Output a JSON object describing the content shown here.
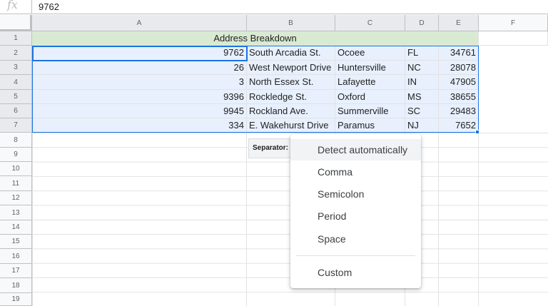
{
  "formula_bar": {
    "icon": "fx",
    "value": "9762"
  },
  "columns": [
    "A",
    "B",
    "C",
    "D",
    "E",
    "F"
  ],
  "rows": [
    "1",
    "2",
    "3",
    "4",
    "5",
    "6",
    "7",
    "8",
    "9",
    "10",
    "11",
    "12",
    "13",
    "14",
    "15",
    "16",
    "17",
    "18",
    "19"
  ],
  "sheet": {
    "title": "Address Breakdown",
    "data": [
      [
        "9762",
        "South Arcadia St.",
        "Ocoee",
        "FL",
        "34761"
      ],
      [
        "26",
        "West Newport Drive",
        "Huntersville",
        "NC",
        "28078"
      ],
      [
        "3",
        "North Essex St.",
        "Lafayette",
        "IN",
        "47905"
      ],
      [
        "9396",
        "Rockledge St.",
        "Oxford",
        "MS",
        "38655"
      ],
      [
        "9945",
        "Rockland Ave.",
        "Summerville",
        "SC",
        "29483"
      ],
      [
        "334",
        "E. Wakehurst Drive",
        "Paramus",
        "NJ",
        "7652"
      ]
    ]
  },
  "separator": {
    "label": "Separator:",
    "options": [
      "Detect automatically",
      "Comma",
      "Semicolon",
      "Period",
      "Space",
      "Custom"
    ],
    "highlighted": "Detect automatically"
  },
  "colors": {
    "selection": "#e8f0fe",
    "outline": "#1a73e8",
    "title_fill": "#d9ead3"
  }
}
